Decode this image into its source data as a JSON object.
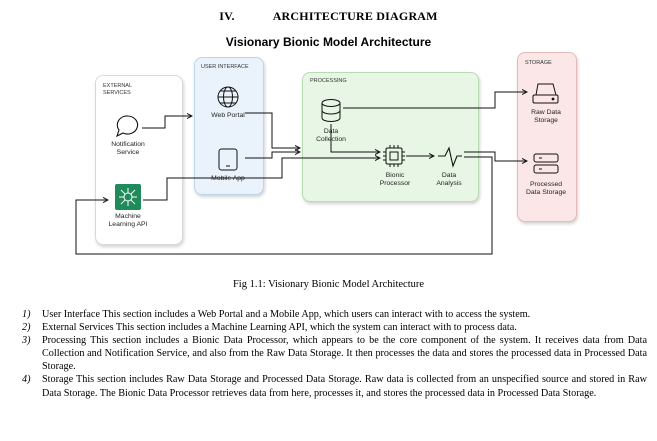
{
  "heading": {
    "number": "IV.",
    "title": "ARCHITECTURE DIAGRAM"
  },
  "diagram": {
    "title": "Visionary Bionic Model Architecture",
    "panels": {
      "external": "EXTERNAL SERVICES",
      "ui": "USER INTERFACE",
      "processing": "PROCESSING",
      "storage": "STORAGE"
    },
    "nodes": {
      "notification": "Notification Service",
      "ml_api": "Machine Learning API",
      "web_portal": "Web Portal",
      "mobile_app": "Mobile App",
      "data_collection": "Data Collection",
      "bionic_processor": "Bionic Processor",
      "data_analysis": "Data Analysis",
      "raw_storage": "Raw Data Storage",
      "processed_storage": "Processed Data Storage"
    },
    "colors": {
      "external_fill": "#ffffff",
      "ui_fill": "#eaf3fb",
      "processing_fill": "#e8f6e6",
      "storage_fill": "#fbe7e7",
      "ml_icon": "#1f8a5a"
    }
  },
  "caption": "Fig 1.1: Visionary Bionic Model Architecture",
  "items": [
    {
      "num": "1)",
      "text": "User Interface This section includes a Web Portal and a Mobile App, which users can interact with to access the system."
    },
    {
      "num": "2)",
      "text": "External Services This section includes a Machine Learning API, which the system can interact with to process data."
    },
    {
      "num": "3)",
      "text": "Processing This section includes a Bionic Data Processor, which appears to be the core component of the system. It receives data from Data Collection and Notification Service, and also from the Raw Data Storage. It then processes the data and stores the processed data in Processed Data Storage."
    },
    {
      "num": "4)",
      "text": "Storage This section includes Raw Data Storage and Processed Data Storage. Raw data is collected from an unspecified source and stored in Raw Data Storage. The Bionic Data Processor retrieves data from here, processes it, and stores the processed data in Processed Data Storage."
    }
  ]
}
